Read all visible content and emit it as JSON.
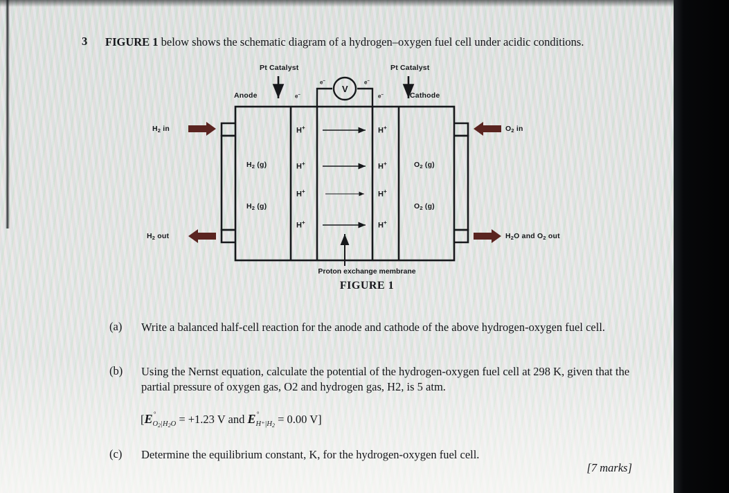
{
  "question": {
    "number": "3",
    "stem_bold": "FIGURE 1",
    "stem_rest": " below shows the schematic diagram of a hydrogen–oxygen fuel cell under acidic conditions."
  },
  "figure": {
    "caption": "FIGURE 1",
    "membrane_label": "Proton exchange membrane",
    "pt_catalyst_left": "Pt Catalyst",
    "pt_catalyst_right": "Pt Catalyst",
    "anode_label": "Anode",
    "cathode_label": "Cathode",
    "voltmeter_label": "V",
    "electron_left_outer": "e",
    "electron_left_inner": "e",
    "electron_right_inner": "e",
    "electron_right_outer": "e",
    "h2_in": "H2 in",
    "h2_out": "H2 out",
    "o2_in": "O2 in",
    "water_o2_out": "H2O and O2 out",
    "h2_gas_upper": "H2 (g)",
    "h2_gas_lower": "H2 (g)",
    "o2_gas_upper": "O2 (g)",
    "o2_gas_lower": "O2 (g)",
    "proton_labels_left": [
      "H+",
      "H+",
      "H+",
      "H+"
    ],
    "proton_labels_right": [
      "H+",
      "H+",
      "H+",
      "H+"
    ],
    "arrow_color": "#5a2420",
    "line_color": "#16181b"
  },
  "parts": [
    {
      "tag": "(a)",
      "text": "Write a balanced half-cell reaction for the anode and cathode of the above hydrogen-oxygen fuel cell."
    },
    {
      "tag": "(b)",
      "text": "Using the Nernst equation, calculate the potential of the hydrogen-oxygen fuel cell at 298 K, given that the partial pressure of oxygen gas, O2 and hydrogen gas, H2, is 5 atm."
    },
    {
      "tag": "(c)",
      "text": "Determine the equilibrium constant, K, for the hydrogen-oxygen fuel cell."
    }
  ],
  "formula": {
    "open_bracket": "[",
    "e1_symbol": "E",
    "e1_degree": "°",
    "e1_subscript": "O2|H2O",
    "e1_value": " = +1.23 V",
    "conjunction": " and ",
    "e2_symbol": "E",
    "e2_degree": "°",
    "e2_subscript": "H+|H2",
    "e2_value": " = 0.00 V",
    "close_bracket": "]"
  },
  "marks": "[7 marks]"
}
